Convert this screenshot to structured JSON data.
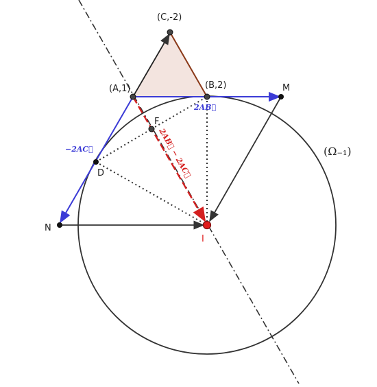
{
  "figure": {
    "circle_label": "(Ω₋₁)",
    "points": {
      "C": {
        "label": "(C,-2)"
      },
      "A": {
        "label": "(A,1)"
      },
      "B": {
        "label": "(B,2)"
      },
      "M": {
        "label": "M"
      },
      "F": {
        "label": "F"
      },
      "D": {
        "label": "D"
      },
      "N": {
        "label": "N"
      },
      "I": {
        "label": "I"
      }
    },
    "vector_labels": {
      "two_ab": "2AB⃗",
      "minus_two_ac": "−2AC⃗",
      "diff": "2AB⃗ − 2AC⃗"
    }
  },
  "colors": {
    "triangle_fill": "#f3e4df",
    "triangle_edge": "#8b3a1a",
    "vector_blue": "#3b3bd6",
    "vector_red": "#d42020",
    "construction": "#333333",
    "point_I": "#e01b1b"
  }
}
